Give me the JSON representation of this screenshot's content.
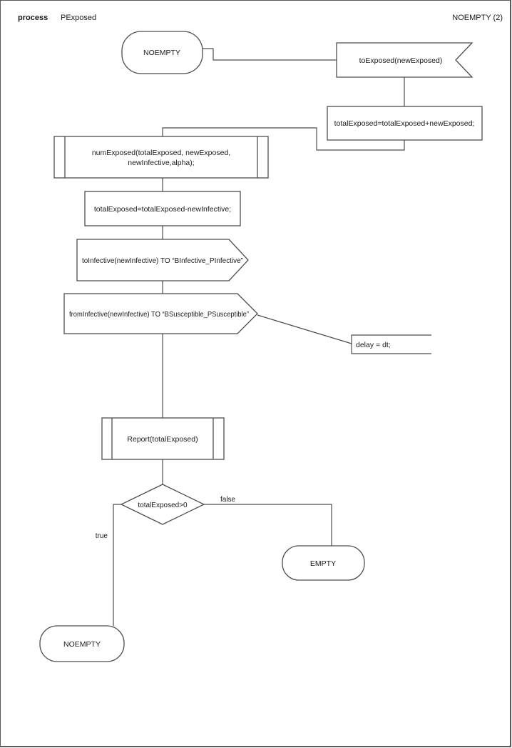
{
  "header": {
    "kind_label": "process",
    "process_name": "PExposed",
    "page_state_ref": "NOEMPTY (2)"
  },
  "colors": {
    "stroke": "#4d4d4d",
    "text": "#1a1a1a",
    "background": "#ffffff"
  },
  "nodes": {
    "start_state": {
      "type": "state",
      "label": "NOEMPTY"
    },
    "input_toexposed": {
      "type": "input-signal",
      "label": "toExposed(newExposed)"
    },
    "task_add": {
      "type": "task",
      "label": "totalExposed=totalExposed+newExposed;"
    },
    "proc_numexposed": {
      "type": "procedure-call",
      "line1": "numExposed(totalExposed, newExposed,",
      "line2": "newInfective,alpha);"
    },
    "task_sub": {
      "type": "task",
      "label": "totalExposed=totalExposed-newInfective;"
    },
    "output_toinfective": {
      "type": "output-signal",
      "label": "toInfective(newInfective) TO “BInfective_PInfective”"
    },
    "output_frominfective": {
      "type": "output-signal",
      "label": "fromInfective(newInfective) TO “BSusceptible_PSusceptible”"
    },
    "comment_delay": {
      "type": "comment",
      "label": "delay = dt;"
    },
    "proc_report": {
      "type": "procedure-call",
      "label": "Report(totalExposed)"
    },
    "decision": {
      "type": "decision",
      "label": "totalExposed>0",
      "true_label": "true",
      "false_label": "false"
    },
    "state_empty": {
      "type": "state",
      "label": "EMPTY"
    },
    "state_noempty": {
      "type": "state",
      "label": "NOEMPTY"
    }
  }
}
